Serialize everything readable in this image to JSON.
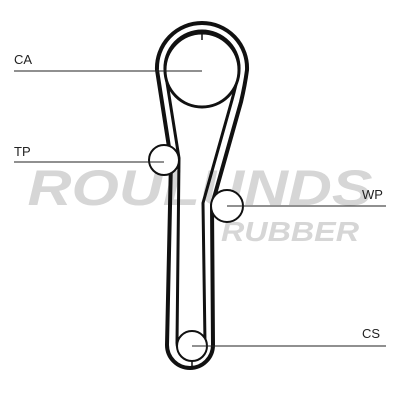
{
  "watermark": {
    "brand_top": "ROULUNDS",
    "brand_bottom": "RUBBER",
    "color": "#d6d6d6"
  },
  "diagram": {
    "belt_color": "#111111",
    "pulley_color": "#111111",
    "leader_color": "#222222",
    "labels": {
      "ca": "CA",
      "tp": "TP",
      "wp": "WP",
      "cs": "CS"
    }
  }
}
